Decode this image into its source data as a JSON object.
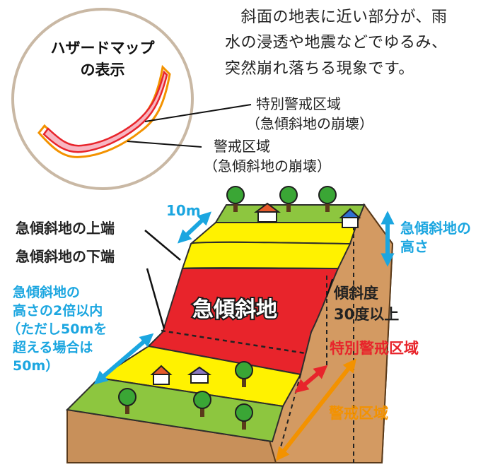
{
  "description": {
    "lines": [
      "　斜面の地表に近い部分が、雨",
      "水の浸透や地震などでゆるみ、",
      "突然崩れ落ちる現象です。"
    ]
  },
  "legend": {
    "title_line1": "ハザードマップ",
    "title_line2": "の表示",
    "special_zone_line1": "特別警戒区域",
    "special_zone_line2": "（急傾斜地の崩壊）",
    "warning_zone_line1": "警戒区域",
    "warning_zone_line2": "（急傾斜地の崩壊）"
  },
  "diagram": {
    "width_10m": "10m",
    "slope_top_label": "急傾斜地の上端",
    "slope_bottom_label": "急傾斜地の下端",
    "twice_height_lines": [
      "急傾斜地の",
      "高さの2倍以内",
      "（ただし50mを",
      "超える場合は",
      "50m）"
    ],
    "slope_name": "急傾斜地",
    "height_line1": "急傾斜地の",
    "height_line2": "高さ",
    "angle_line1": "傾斜度",
    "angle_line2": "30度以上",
    "special_zone": "特別警戒区域",
    "warning_zone": "警戒区域"
  },
  "colors": {
    "red": "#e8242b",
    "yellow": "#fff200",
    "green": "#8dc63f",
    "soil": "#c8905a",
    "cyan": "#1ba6e0",
    "orange": "#f39200",
    "legend_ring": "#c9b8a4"
  }
}
